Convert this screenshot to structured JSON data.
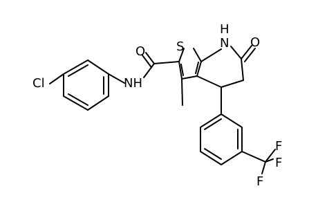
{
  "molecule": {
    "atom_labels": {
      "cl": "Cl",
      "nh_amide": "NH",
      "o_amide": "O",
      "s": "S",
      "h_ring": "H",
      "n_ring": "N",
      "o_lactam": "O",
      "f1": "F",
      "f2": "F",
      "f3": "F"
    },
    "colors": {
      "bond": "#000000",
      "text": "#000000",
      "background": "#ffffff"
    }
  }
}
